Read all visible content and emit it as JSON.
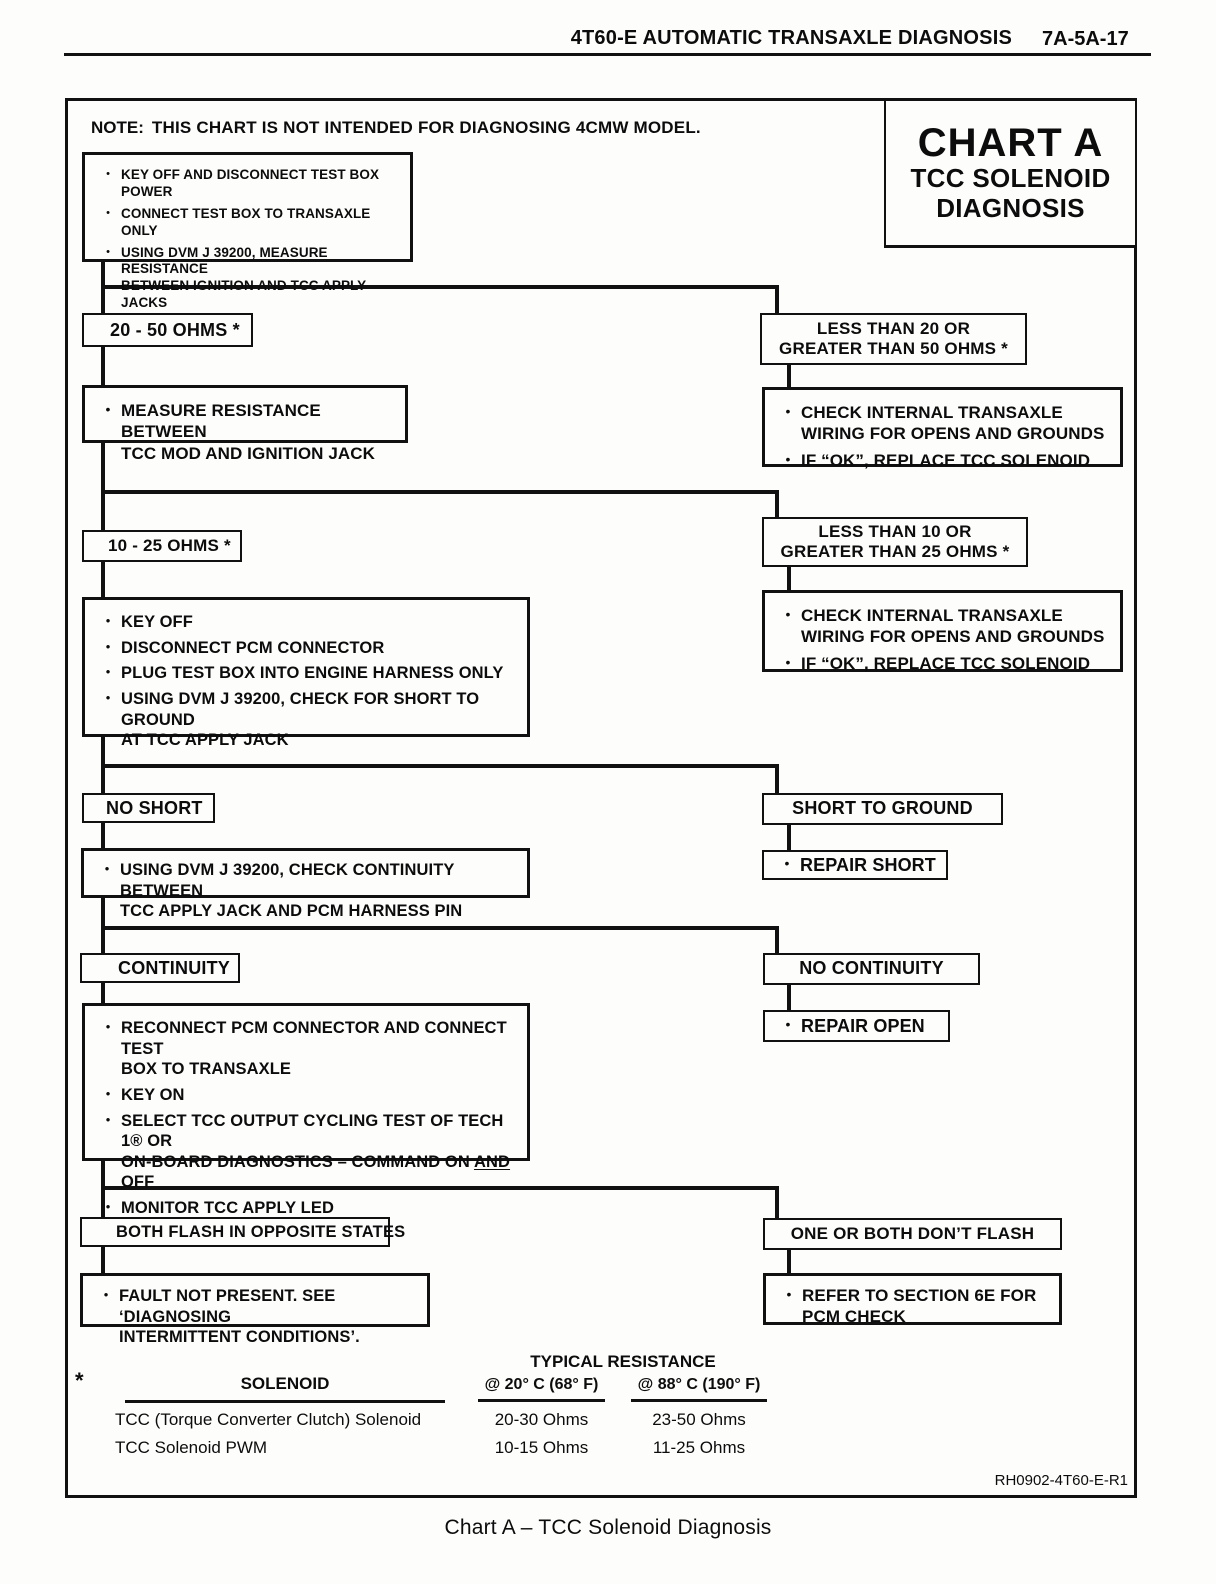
{
  "page": {
    "header_title": "4T60-E AUTOMATIC TRANSAXLE DIAGNOSIS",
    "header_page_number": "7A-5A-17",
    "doc_code": "RH0902-4T60-E-R1",
    "caption": "Chart A – TCC Solenoid Diagnosis"
  },
  "glyphs": {
    "bullet": "•",
    "asterisk": "*"
  },
  "chart": {
    "note_label": "NOTE:",
    "note_text": "THIS CHART IS NOT INTENDED FOR DIAGNOSING 4CMW MODEL.",
    "title_line1": "CHART A",
    "title_line2": "TCC SOLENOID",
    "title_line3": "DIAGNOSIS"
  },
  "flow": {
    "start": {
      "bullets": [
        "KEY OFF AND DISCONNECT TEST BOX POWER",
        "CONNECT TEST BOX TO TRANSAXLE ONLY",
        "USING DVM J 39200, MEASURE RESISTANCE\nBETWEEN IGNITION AND TCC APPLY JACKS"
      ]
    },
    "left": {
      "ohms_20_50": "20 - 50 OHMS *",
      "measure_bullet": "MEASURE RESISTANCE BETWEEN\nTCC MOD AND IGNITION JACK",
      "ohms_10_25": "10 - 25 OHMS *",
      "keyoff_bullets": [
        "KEY OFF",
        "DISCONNECT PCM CONNECTOR",
        "PLUG TEST BOX INTO ENGINE HARNESS ONLY",
        "USING DVM J 39200, CHECK FOR SHORT TO GROUND\nAT TCC APPLY JACK"
      ],
      "no_short": "NO SHORT",
      "continuity_check_bullet": "USING DVM J 39200, CHECK CONTINUITY BETWEEN\nTCC APPLY JACK AND PCM HARNESS PIN",
      "continuity": "CONTINUITY",
      "reconnect_bullet_1": "RECONNECT PCM CONNECTOR AND CONNECT TEST\nBOX TO TRANSAXLE",
      "reconnect_bullet_2": "KEY ON",
      "select_pre": "SELECT TCC OUTPUT CYCLING TEST OF TECH 1® OR\nON-BOARD DIAGNOSTICS – COMMAND ON ",
      "select_and": "AND",
      "select_post": " OFF",
      "reconnect_bullet_4": "MONITOR TCC APPLY LED",
      "both_flash": "BOTH FLASH IN OPPOSITE STATES",
      "fault_bullet": "FAULT NOT PRESENT. SEE ‘DIAGNOSING\nINTERMITTENT CONDITIONS’."
    },
    "right": {
      "less_20": "LESS THAN 20 OR\nGREATER THAN 50 OHMS *",
      "check1_bullets": [
        "CHECK INTERNAL TRANSAXLE\nWIRING FOR OPENS AND GROUNDS",
        "IF “OK”, REPLACE TCC SOLENOID"
      ],
      "less_10": "LESS THAN 10 OR\nGREATER THAN 25 OHMS *",
      "check2_bullets": [
        "CHECK INTERNAL TRANSAXLE\nWIRING FOR OPENS AND GROUNDS",
        "IF “OK”, REPLACE TCC SOLENOID"
      ],
      "short_to_ground": "SHORT TO GROUND",
      "repair_short": "REPAIR SHORT",
      "no_continuity": "NO CONTINUITY",
      "repair_open": "REPAIR OPEN",
      "dont_flash": "ONE OR BOTH DON’T FLASH",
      "refer_bullet": "REFER TO SECTION 6E FOR\nPCM CHECK"
    }
  },
  "table": {
    "span_header": "TYPICAL RESISTANCE",
    "col1_header": "SOLENOID",
    "col2_header": "@ 20° C (68° F)",
    "col3_header": "@ 88° C (190° F)",
    "rows": [
      {
        "solenoid": "TCC (Torque Converter Clutch) Solenoid",
        "r20": "20-30 Ohms",
        "r88": "23-50 Ohms"
      },
      {
        "solenoid": "TCC Solenoid PWM",
        "r20": "10-15 Ohms",
        "r88": "11-25 Ohms"
      }
    ]
  }
}
